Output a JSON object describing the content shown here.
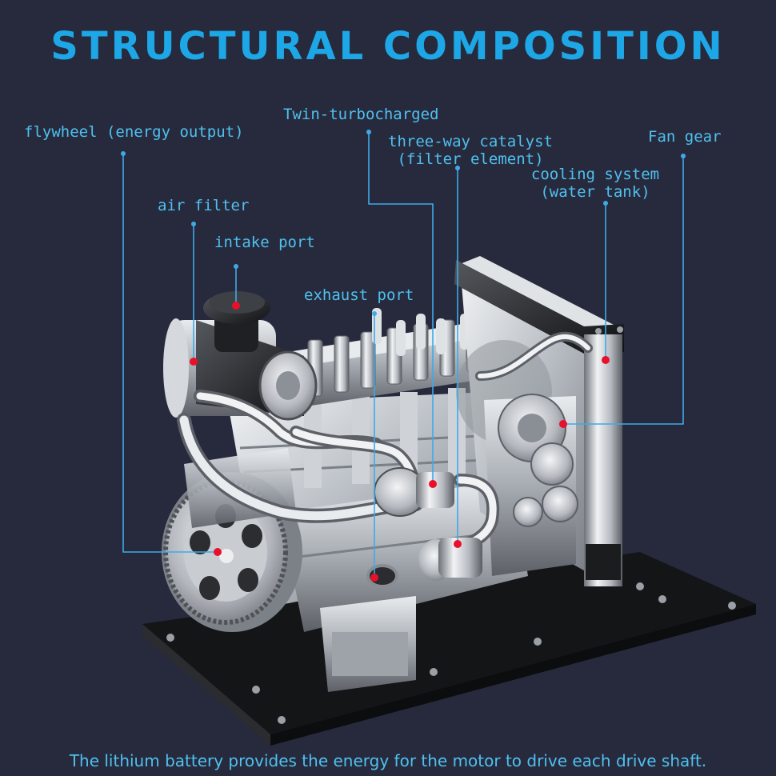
{
  "title": "STRUCTURAL COMPOSITION",
  "labels": {
    "flywheel": "flywheel (energy output)",
    "twin_turbo": "Twin-turbocharged",
    "catalyst_line1": "three-way catalyst",
    "catalyst_line2": "(filter element)",
    "fan_gear": "Fan gear",
    "cooling_line1": "cooling system",
    "cooling_line2": "(water tank)",
    "air_filter": "air filter",
    "intake_port": "intake port",
    "exhaust_port": "exhaust port"
  },
  "caption": "The lithium battery provides the energy for the motor to drive each drive shaft.",
  "colors": {
    "background": "#272a3d",
    "title": "#1da7e6",
    "label_text": "#4fc0ef",
    "leader_line": "#3fa9e8",
    "marker": "#e8102a"
  }
}
